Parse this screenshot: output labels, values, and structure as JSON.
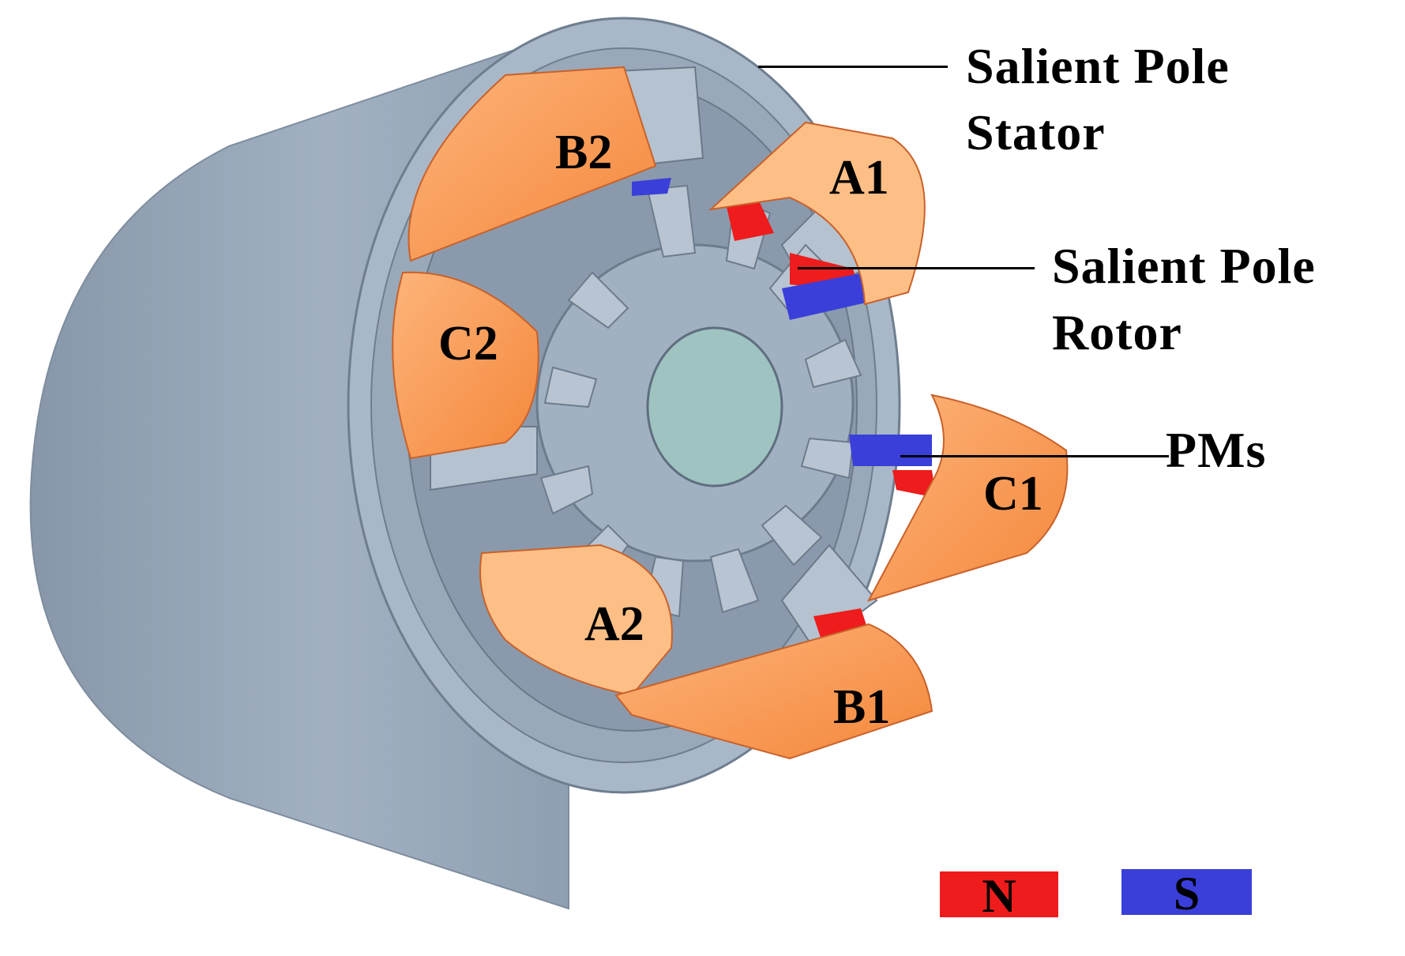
{
  "callouts": {
    "stator_line1": "Salient Pole",
    "stator_line2": "Stator",
    "rotor_line1": "Salient Pole",
    "rotor_line2": "Rotor",
    "pms": "PMs"
  },
  "coils": {
    "a1": "A1",
    "a2": "A2",
    "b1": "B1",
    "b2": "B2",
    "c1": "C1",
    "c2": "C2"
  },
  "legend": {
    "north_label": "N",
    "south_label": "S",
    "north_color": "#ee1c1c",
    "south_color": "#3a3fd9"
  },
  "colors": {
    "housing": "#9aa9b9",
    "stator_face": "#a9b8c8",
    "rotor": "#a2b1c1",
    "shaft": "#9ec3c1",
    "coil": "#f9974d",
    "coil_light": "#fdbf86"
  }
}
